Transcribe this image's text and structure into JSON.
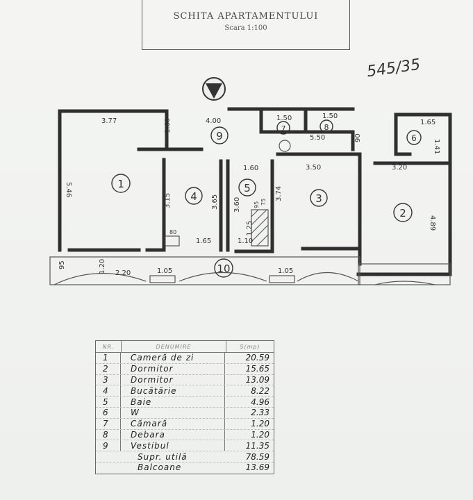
{
  "header": {
    "title": "SCHITA APARTAMENTULUI",
    "scale": "Scara 1:100"
  },
  "handnote": "545/35",
  "plan": {
    "room_numbers": [
      "1",
      "2",
      "3",
      "4",
      "5",
      "6",
      "7",
      "8",
      "9",
      "10"
    ],
    "dimensions": {
      "d_377": "3.77",
      "d_400": "4.00",
      "d_150a": "1.50",
      "d_150b": "1.50",
      "d_165top": "1.65",
      "d_141": "1.41",
      "d_160v": "1.60",
      "d_550": "5.50",
      "d_90": "90",
      "d_546": "5.46",
      "d_315": "3.15",
      "d_365": "3.65",
      "d_160h": "1.60",
      "d_350": "3.50",
      "d_320": "3.20",
      "d_489": "4.89",
      "d_360": "3.60",
      "d_374": "3.74",
      "d_125": "1.25",
      "d_95": "95",
      "d_75": "75",
      "d_80": "80",
      "d_165bot": "1.65",
      "d_110": "1.10",
      "d_95b": "95",
      "d_120": "1.20",
      "d_220": "2.20",
      "d_105a": "1.05",
      "d_105b": "1.05"
    }
  },
  "table": {
    "headers": [
      "NR.",
      "DENUMIRE",
      "S(mp)"
    ],
    "rows": [
      {
        "nr": "1",
        "name": "Cameră de zi",
        "area": "20.59"
      },
      {
        "nr": "2",
        "name": "Dormitor",
        "area": "15.65"
      },
      {
        "nr": "3",
        "name": "Dormitor",
        "area": "13.09"
      },
      {
        "nr": "4",
        "name": "Bucătărie",
        "area": "8.22"
      },
      {
        "nr": "5",
        "name": "Baie",
        "area": "4.96"
      },
      {
        "nr": "6",
        "name": "W",
        "area": "2.33"
      },
      {
        "nr": "7",
        "name": "Cămară",
        "area": "1.20"
      },
      {
        "nr": "8",
        "name": "Debara",
        "area": "1.20"
      },
      {
        "nr": "9",
        "name": "Vestibul",
        "area": "11.35"
      }
    ],
    "summary": [
      {
        "name": "Supr. utilă",
        "area": "78.59"
      },
      {
        "name": "Balcoane",
        "area": "13.69"
      }
    ]
  }
}
